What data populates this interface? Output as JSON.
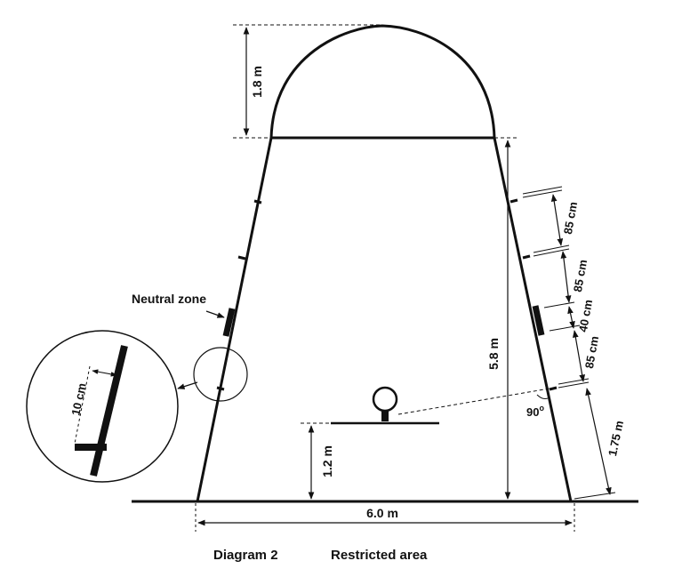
{
  "diagram": {
    "caption_number": "Diagram 2",
    "caption_title": "Restricted area",
    "neutral_zone_label": "Neutral zone",
    "dimensions": {
      "arc_height": "1.8 m",
      "total_height": "5.8 m",
      "base_width": "6.0 m",
      "mark_spacing_top": "85 cm",
      "mark_spacing_middle": "85 cm",
      "neutral_zone_length": "40 cm",
      "mark_spacing_lower": "85 cm",
      "bottom_mark_height": "1.75 m",
      "ring_height": "1.2 m",
      "right_angle": "90",
      "detail_offset": "10 cm"
    }
  }
}
